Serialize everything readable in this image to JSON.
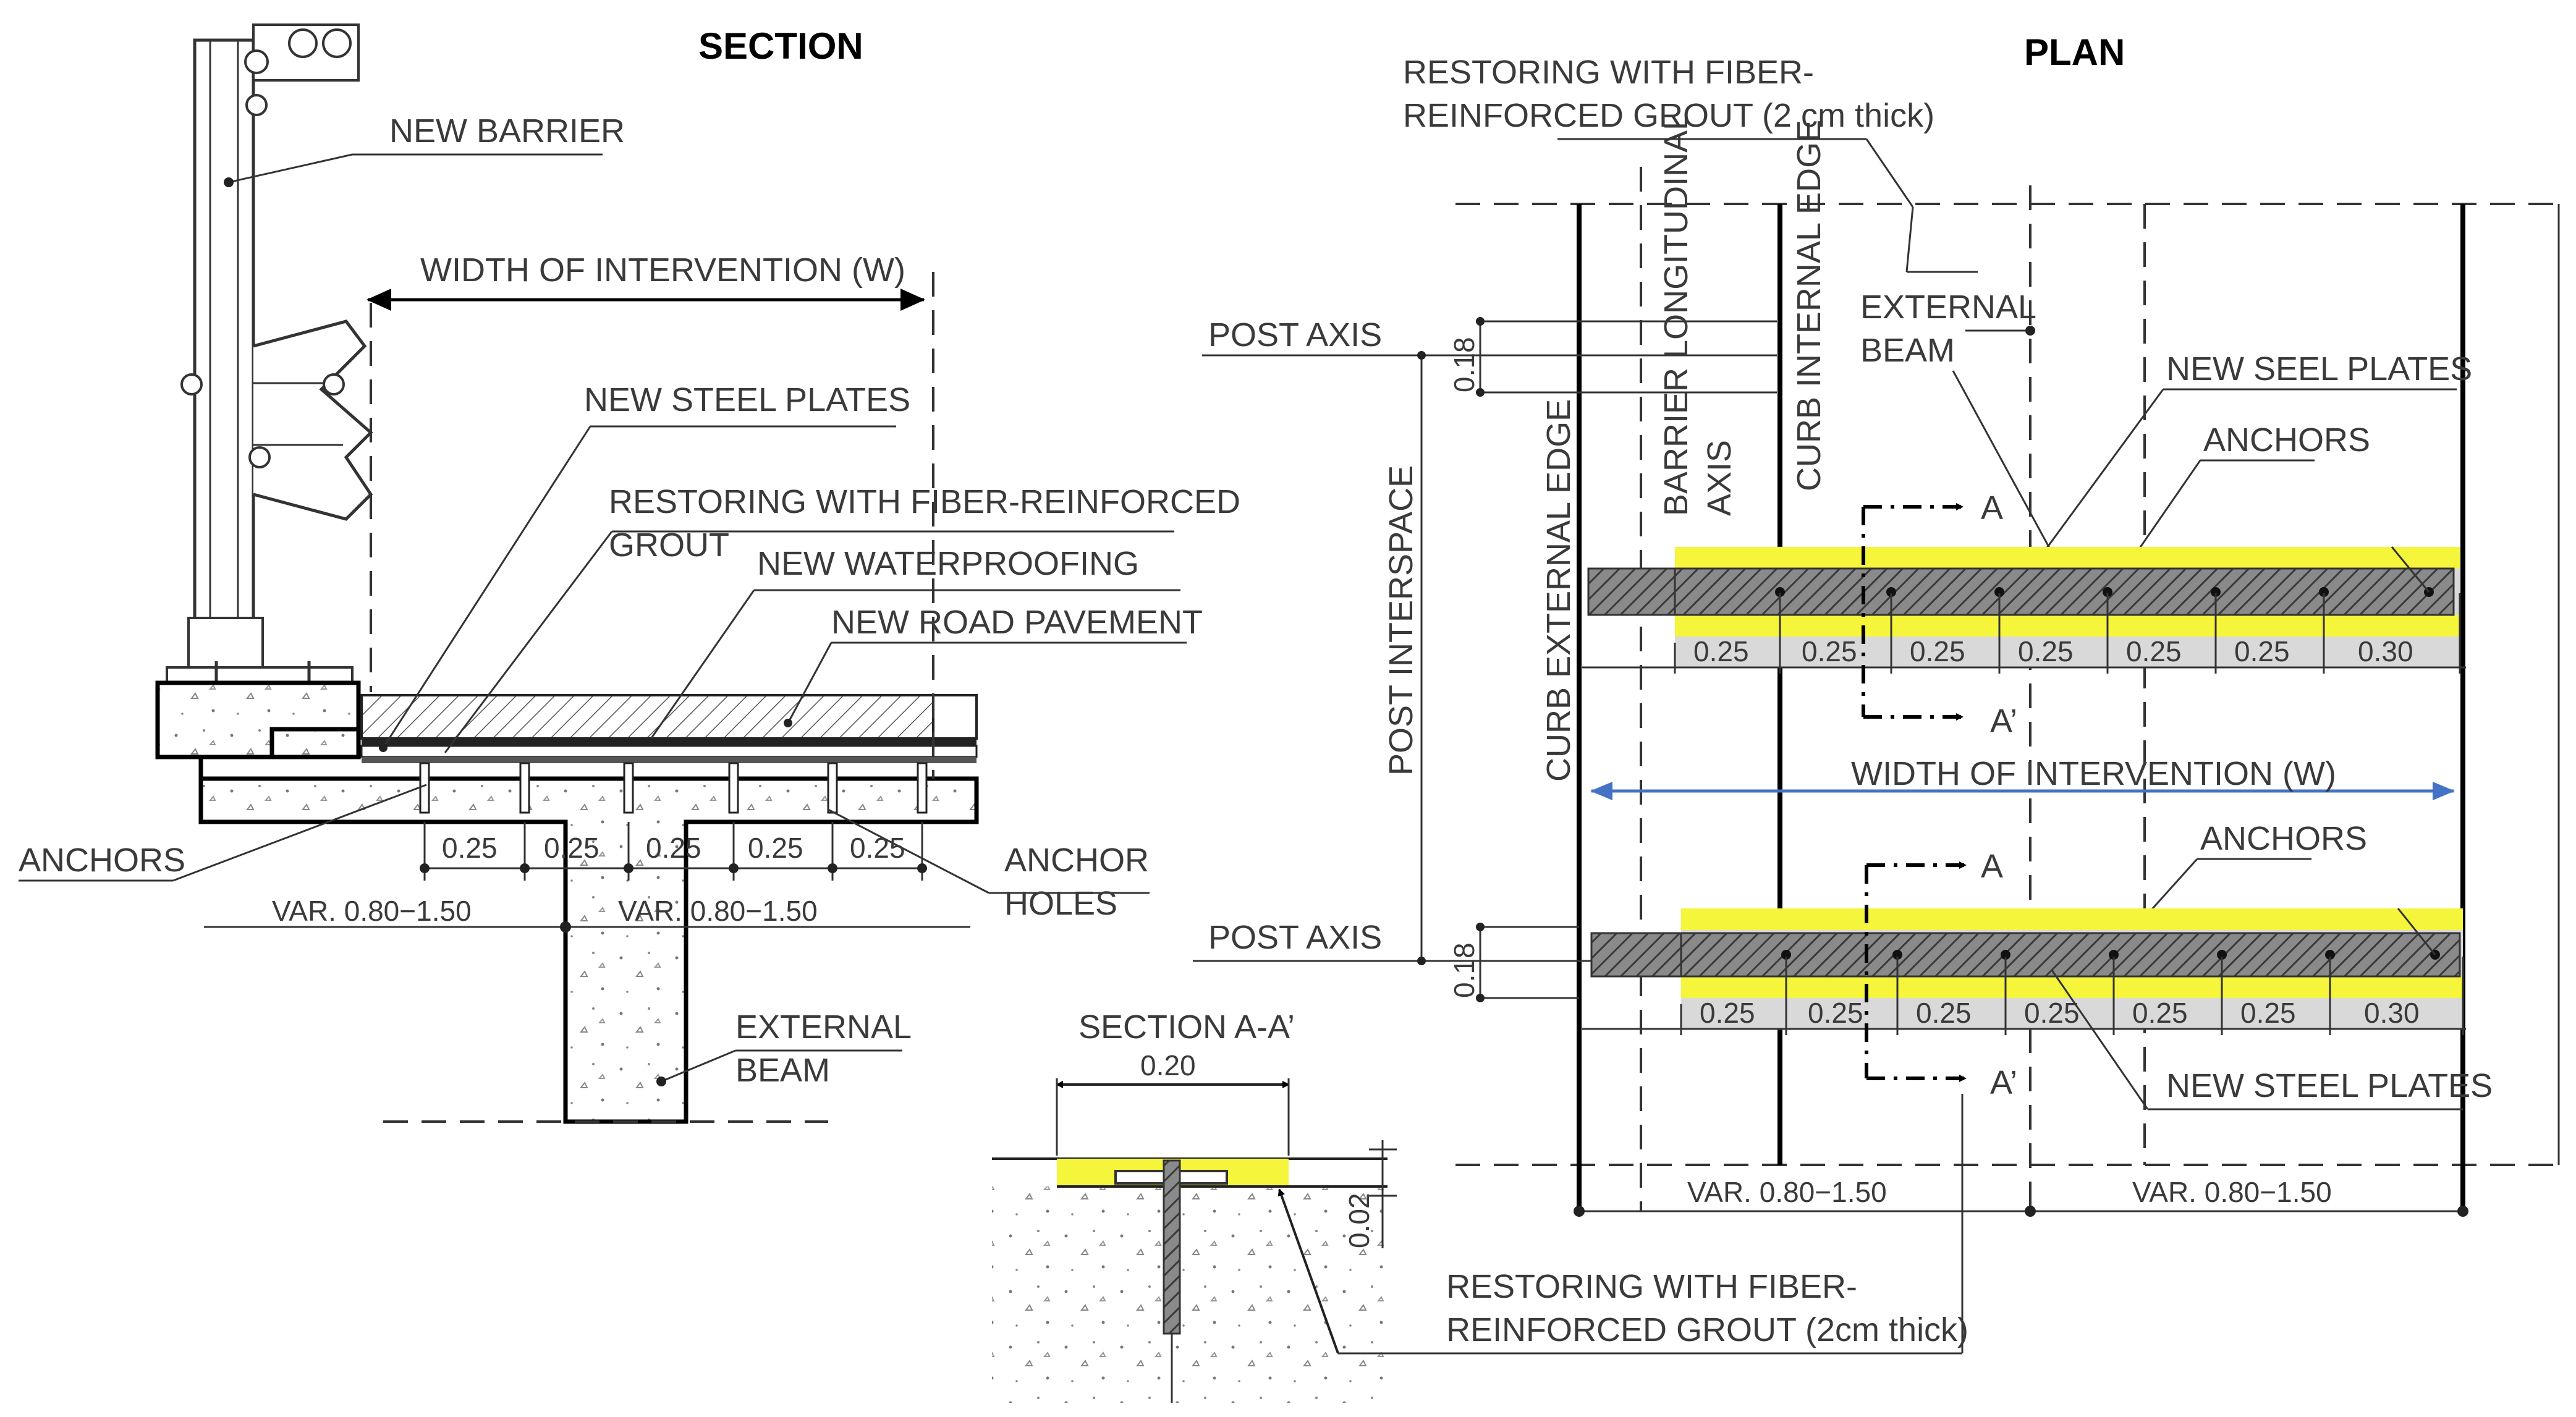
{
  "titles": {
    "section": "SECTION",
    "plan": "PLAN",
    "section_aa": "SECTION A-A’"
  },
  "section_labels": {
    "new_barrier": "NEW BARRIER",
    "width_of_intervention": "WIDTH OF INTERVENTION (W)",
    "new_steel_plates": "NEW STEEL PLATES",
    "restoring_line1": "RESTORING WITH FIBER-REINFORCED",
    "restoring_line2": "GROUT",
    "new_waterproofing": "NEW WATERPROOFING",
    "new_road_pavement": "NEW ROAD PAVEMENT",
    "anchors": "ANCHORS",
    "anchor_holes_line1": "ANCHOR",
    "anchor_holes_line2": "HOLES",
    "external_beam_line1": "EXTERNAL",
    "external_beam_line2": "BEAM",
    "var_left": "VAR. 0.80−1.50",
    "var_right": "VAR. 0.80−1.50",
    "spacings": [
      "0.25",
      "0.25",
      "0.25",
      "0.25",
      "0.25"
    ]
  },
  "plan_labels": {
    "restoring_line1": "RESTORING WITH FIBER-",
    "restoring_line2": "REINFORCED GROUT (2 cm thick)",
    "post_axis_top": "POST AXIS",
    "post_axis_bottom": "POST AXIS",
    "post_interspace": "POST INTERSPACE",
    "curb_external_edge": "CURB EXTERNAL EDGE",
    "barrier_longitudinal_line1": "BARRIER LONGITUDINAL",
    "barrier_longitudinal_line2": "AXIS",
    "curb_internal_edge": "CURB INTERNAL EDGE",
    "external_beam_line1": "EXTERNAL",
    "external_beam_line2": "BEAM",
    "new_steel_plates_top": "NEW SEEL PLATES",
    "new_steel_plates_bottom": "NEW STEEL PLATES",
    "anchors_top": "ANCHORS",
    "anchors_bottom": "ANCHORS",
    "width_of_intervention": "WIDTH OF INTERVENTION (W)",
    "section_a": "A",
    "section_a_prime": "A’",
    "dim_018": "0.18",
    "var_left": "VAR. 0.80−1.50",
    "var_right": "VAR. 0.80−1.50",
    "spacings": [
      "0.25",
      "0.25",
      "0.25",
      "0.25",
      "0.25",
      "0.25",
      "0.30"
    ]
  },
  "section_aa_labels": {
    "width": "0.20",
    "thickness": "0.02",
    "restoring_line1": "RESTORING WITH FIBER-",
    "restoring_line2": "REINFORCED GROUT (2cm thick)"
  },
  "colors": {
    "grout_yellow": "#f5f53c",
    "steel_hatch": "#5a5a5a",
    "concrete_gray": "#d9d9d9",
    "arrow_blue": "#4472c4"
  }
}
